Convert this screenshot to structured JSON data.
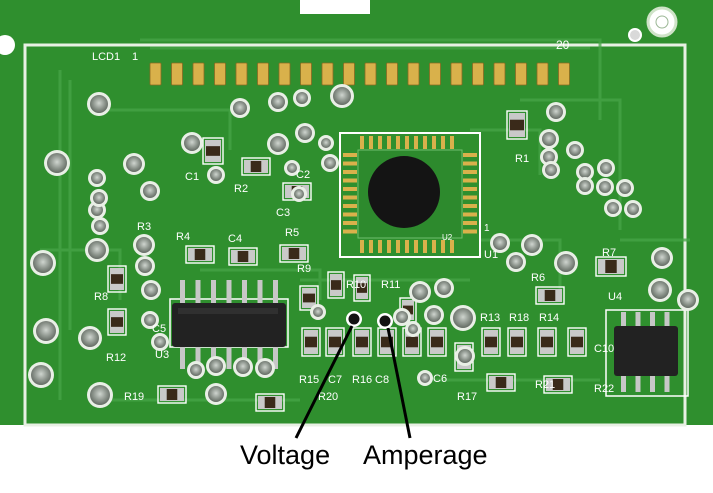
{
  "board": {
    "colors": {
      "mask": "#2f8f2e",
      "mask_dark": "#1f6e22",
      "trace": "#4aa84a",
      "silk": "#ffffff",
      "pad": "#d8b04a",
      "chip": "#141414",
      "background": "#ffffff"
    },
    "lcd_label": "LCD1",
    "lcd_pin_first": "1",
    "lcd_pin_last": "20",
    "chip_label": "U2",
    "chip_pin1": "1",
    "refs": [
      "C1",
      "R2",
      "C2",
      "C3",
      "R1",
      "R3",
      "R4",
      "C4",
      "R5",
      "R9",
      "R10",
      "R11",
      "U1",
      "R6",
      "R7",
      "U4",
      "R8",
      "C5",
      "R12",
      "U3",
      "R13",
      "R18",
      "R14",
      "C10",
      "R15",
      "C7",
      "R16",
      "C8",
      "C6",
      "R17",
      "R21",
      "R22",
      "R19",
      "R20"
    ]
  },
  "labels": {
    "voltage": "Voltage",
    "amperage": "Amperage"
  }
}
